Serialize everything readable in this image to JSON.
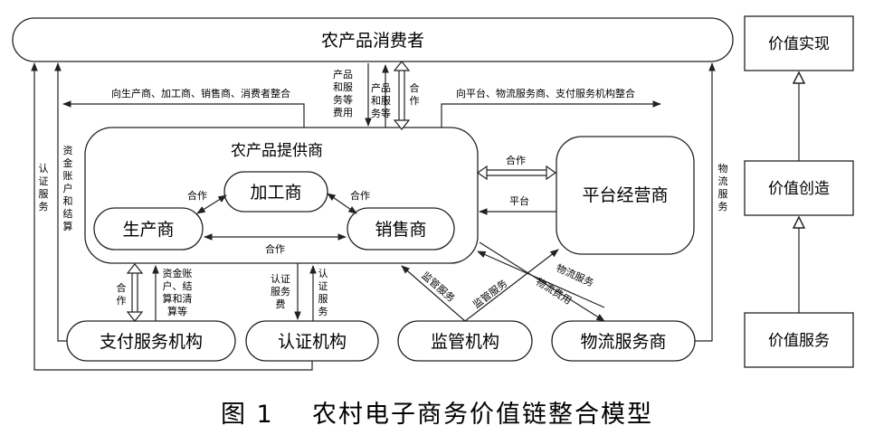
{
  "consumer": "农产品消费者",
  "provider": {
    "title": "农产品提供商",
    "processor": "加工商",
    "producer": "生产商",
    "seller": "销售商"
  },
  "platform": "平台经营商",
  "bottom": {
    "payment": "支付服务机构",
    "certification": "认证机构",
    "regulator": "监管机构",
    "logistics": "物流服务商"
  },
  "right": {
    "realize": "价值实现",
    "create": "价值创造",
    "service": "价值服务"
  },
  "labels": {
    "integrate_left": "向生产商、加工商、销售商、消费者整合",
    "integrate_right": "向平台、物流服务商、支付服务机构整合",
    "fees": [
      "产品",
      "和服",
      "务等",
      "费用"
    ],
    "products": [
      "产品",
      "和服",
      "务等"
    ],
    "coop_top": [
      "合",
      "作"
    ],
    "cert_service": [
      "认",
      "证",
      "服",
      "务"
    ],
    "fund_account": [
      "资",
      "金",
      "账",
      "户",
      "和",
      "结",
      "算"
    ],
    "logistics_service_v": [
      "物",
      "流",
      "服",
      "务"
    ],
    "coop": "合作",
    "platform_arrow": "平台",
    "coop_pay": [
      "合",
      "作"
    ],
    "fund_clear": [
      "资金账",
      "户、结",
      "算和清",
      "算等"
    ],
    "cert_fee": [
      "认证",
      "服务",
      "费"
    ],
    "cert_svc2": [
      "认",
      "证",
      "服",
      "务"
    ],
    "supervision": "监管服务",
    "logistics_service": "物流服务",
    "logistics_fee": "物流费用"
  },
  "caption": "图 1    农村电子商务价值链整合模型"
}
